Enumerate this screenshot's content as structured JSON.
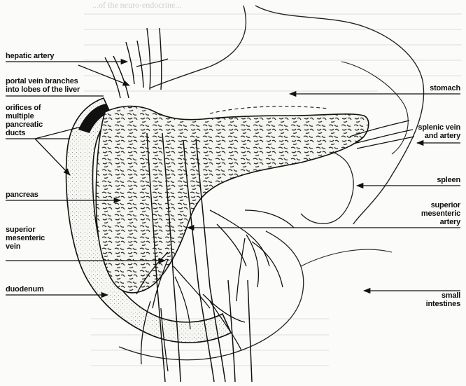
{
  "figure": {
    "background_color": "#fbfbf9",
    "ink_color": "#111111",
    "header_text": "...of the neuro-endocrine..."
  },
  "labels": {
    "hepatic_artery": "hepatic artery",
    "portal_vein": "portal vein branches\ninto lobes of the liver",
    "pancreatic_ducts": "orifices of\nmultiple\npancreatic\nducts",
    "pancreas": "pancreas",
    "superior_mesenteric_vein": "superior\nmesenteric\nvein",
    "duodenum": "duodenum",
    "stomach": "stomach",
    "splenic_vein_artery": "splenic vein\nand artery",
    "spleen": "spleen",
    "superior_mesenteric_artery": "superior\nmesenteric\nartery",
    "small_intestines": "small\nintestines"
  }
}
